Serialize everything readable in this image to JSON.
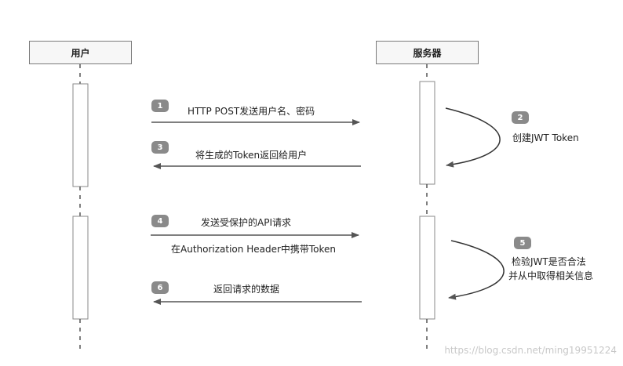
{
  "participants": {
    "user": "用户",
    "server": "服务器"
  },
  "messages": [
    {
      "num": "1",
      "text": "HTTP POST发送用户名、密码"
    },
    {
      "num": "3",
      "text": "将生成的Token返回给用户"
    },
    {
      "num": "4",
      "text": "发送受保护的API请求",
      "text2": "在Authorization Header中携带Token"
    },
    {
      "num": "6",
      "text": "返回请求的数据"
    }
  ],
  "notes": [
    {
      "num": "2",
      "text": "创建JWT Token"
    },
    {
      "num": "5",
      "text": "检验JWT是否合法",
      "text2": "并从中取得相关信息"
    }
  ],
  "watermark": "https://blog.csdn.net/ming19951224",
  "colors": {
    "line": "#555555",
    "badge": "#8a8a8a",
    "box_border": "#7a7a7a",
    "box_fill": "#f7f7f7"
  }
}
